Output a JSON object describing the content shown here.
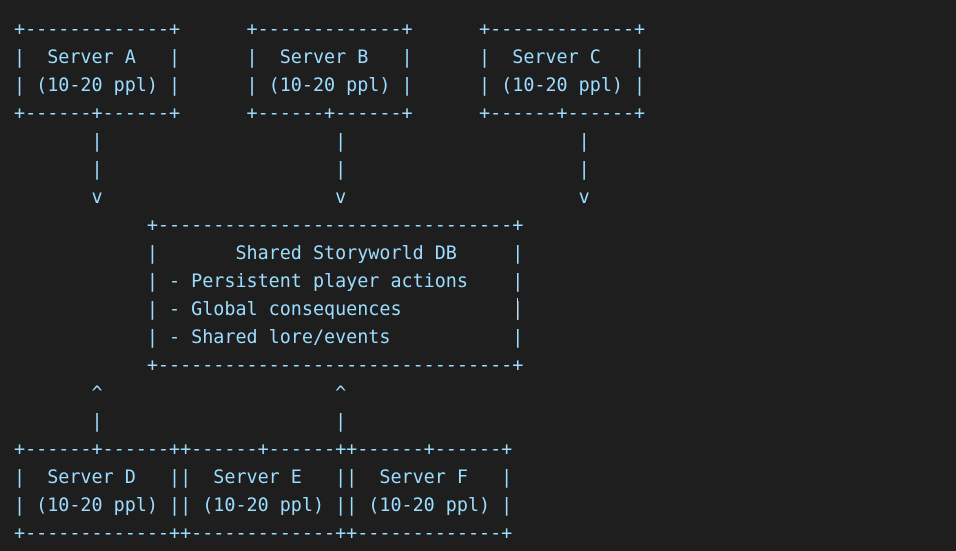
{
  "colors": {
    "background": "#1e1e1e",
    "text": "#9cdcfe",
    "cursor": "#d4d4d4"
  },
  "diagram_lines": [
    "+-------------+      +-------------+      +-------------+",
    "|  Server A   |      |  Server B   |      |  Server C   |",
    "| (10-20 ppl) |      | (10-20 ppl) |      | (10-20 ppl) |",
    "+------+------+      +------+------+      +------+------+",
    "       |                     |                     |",
    "       |                     |                     |",
    "       v                     v                     v",
    "            +--------------------------------+",
    "            |       Shared Storyworld DB     |",
    "            | - Persistent player actions    |",
    "            | - Global consequences          |",
    "            | - Shared lore/events           |",
    "            +--------------------------------+",
    "       ^                     ^",
    "       |                     |",
    "+------+------++------+------++------+------+",
    "|  Server D   ||  Server E   ||  Server F   |",
    "| (10-20 ppl) || (10-20 ppl) || (10-20 ppl) |",
    "+-------------++-------------++-------------+"
  ]
}
